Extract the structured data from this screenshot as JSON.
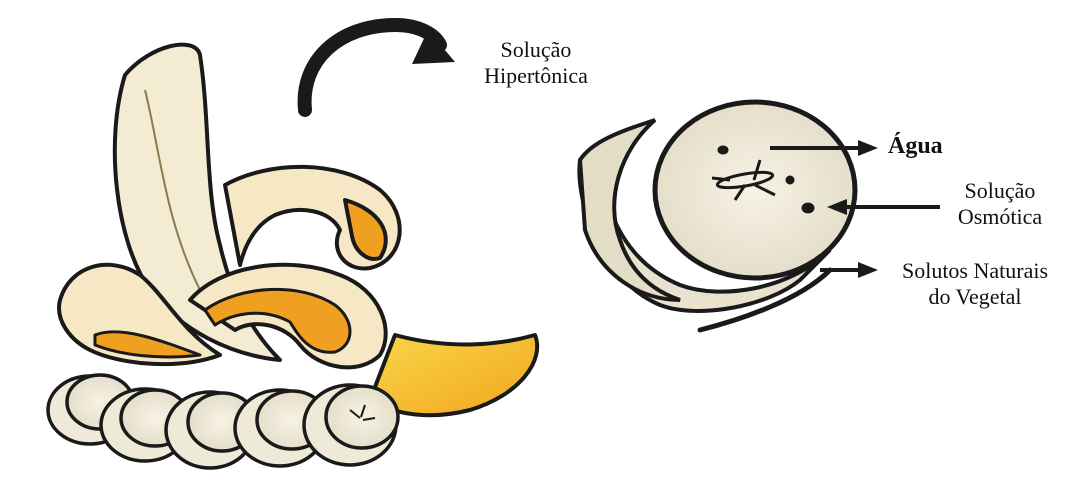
{
  "labels": {
    "hypertonic_line1": "Solução",
    "hypertonic_line2": "Hipertônica",
    "water": "Água",
    "osmotic_line1": "Solução",
    "osmotic_line2": "Osmótica",
    "solutes_line1": "Solutos Naturais",
    "solutes_line2": "do Vegetal"
  },
  "colors": {
    "banana_flesh": "#f3ecd2",
    "banana_shade": "#e0d3a8",
    "peel_yellow": "#f6c21a",
    "peel_orange": "#f0a020",
    "outline": "#1a1a1a",
    "slice_face": "#efe9d8"
  }
}
